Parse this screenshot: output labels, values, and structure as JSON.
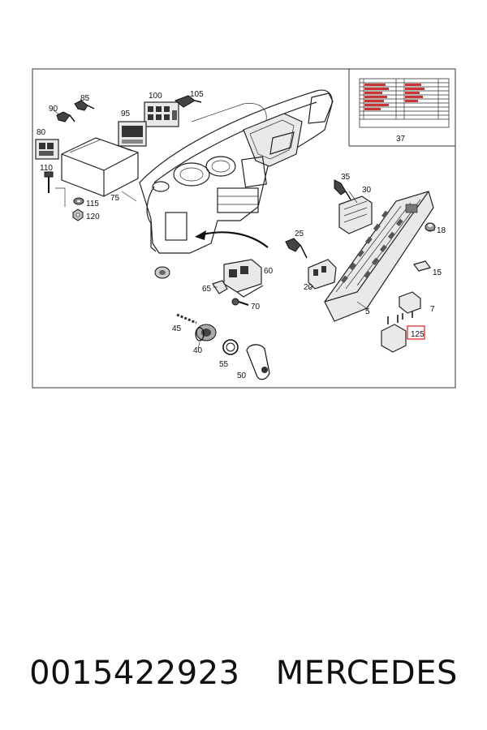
{
  "diagram": {
    "callouts": [
      "85",
      "90",
      "100",
      "105",
      "95",
      "80",
      "110",
      "75",
      "115",
      "120",
      "37",
      "35",
      "30",
      "18",
      "25",
      "60",
      "20",
      "15",
      "65",
      "70",
      "5",
      "7",
      "45",
      "40",
      "55",
      "50",
      "125"
    ],
    "highlighted_callout": "125",
    "highlight_color": "#e53935"
  },
  "footer": {
    "part_number": "0015422923",
    "brand": "MERCEDES"
  }
}
